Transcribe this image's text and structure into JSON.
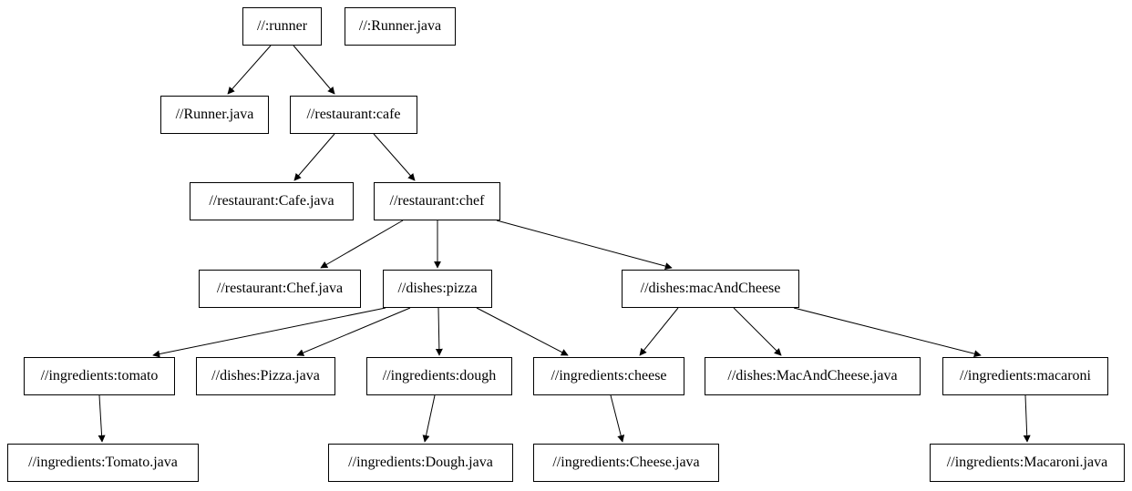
{
  "diagram": {
    "type": "dependency-graph",
    "background_color": "#ffffff",
    "node_border_color": "#000000",
    "node_fill_color": "#ffffff",
    "edge_color": "#000000",
    "nodes": [
      {
        "id": "runner",
        "label": "//:runner"
      },
      {
        "id": "colon-runner-java",
        "label": "//:Runner.java"
      },
      {
        "id": "runner-java",
        "label": "//Runner.java"
      },
      {
        "id": "restaurant-cafe",
        "label": "//restaurant:cafe"
      },
      {
        "id": "restaurant-cafe-java",
        "label": "//restaurant:Cafe.java"
      },
      {
        "id": "restaurant-chef",
        "label": "//restaurant:chef"
      },
      {
        "id": "restaurant-chef-java",
        "label": "//restaurant:Chef.java"
      },
      {
        "id": "dishes-pizza",
        "label": "//dishes:pizza"
      },
      {
        "id": "dishes-mac-and-cheese",
        "label": "//dishes:macAndCheese"
      },
      {
        "id": "ingredients-tomato",
        "label": "//ingredients:tomato"
      },
      {
        "id": "dishes-pizza-java",
        "label": "//dishes:Pizza.java"
      },
      {
        "id": "ingredients-dough",
        "label": "//ingredients:dough"
      },
      {
        "id": "ingredients-cheese",
        "label": "//ingredients:cheese"
      },
      {
        "id": "dishes-mac-and-cheese-java",
        "label": "//dishes:MacAndCheese.java"
      },
      {
        "id": "ingredients-macaroni",
        "label": "//ingredients:macaroni"
      },
      {
        "id": "ingredients-tomato-java",
        "label": "//ingredients:Tomato.java"
      },
      {
        "id": "ingredients-dough-java",
        "label": "//ingredients:Dough.java"
      },
      {
        "id": "ingredients-cheese-java",
        "label": "//ingredients:Cheese.java"
      },
      {
        "id": "ingredients-macaroni-java",
        "label": "//ingredients:Macaroni.java"
      }
    ],
    "edges": [
      {
        "from": "runner",
        "to": "runner-java"
      },
      {
        "from": "runner",
        "to": "restaurant-cafe"
      },
      {
        "from": "restaurant-cafe",
        "to": "restaurant-cafe-java"
      },
      {
        "from": "restaurant-cafe",
        "to": "restaurant-chef"
      },
      {
        "from": "restaurant-chef",
        "to": "restaurant-chef-java"
      },
      {
        "from": "restaurant-chef",
        "to": "dishes-pizza"
      },
      {
        "from": "restaurant-chef",
        "to": "dishes-mac-and-cheese"
      },
      {
        "from": "dishes-pizza",
        "to": "ingredients-tomato"
      },
      {
        "from": "dishes-pizza",
        "to": "dishes-pizza-java"
      },
      {
        "from": "dishes-pizza",
        "to": "ingredients-dough"
      },
      {
        "from": "dishes-pizza",
        "to": "ingredients-cheese"
      },
      {
        "from": "dishes-mac-and-cheese",
        "to": "ingredients-cheese"
      },
      {
        "from": "dishes-mac-and-cheese",
        "to": "dishes-mac-and-cheese-java"
      },
      {
        "from": "dishes-mac-and-cheese",
        "to": "ingredients-macaroni"
      },
      {
        "from": "ingredients-tomato",
        "to": "ingredients-tomato-java"
      },
      {
        "from": "ingredients-dough",
        "to": "ingredients-dough-java"
      },
      {
        "from": "ingredients-cheese",
        "to": "ingredients-cheese-java"
      },
      {
        "from": "ingredients-macaroni",
        "to": "ingredients-macaroni-java"
      }
    ]
  }
}
